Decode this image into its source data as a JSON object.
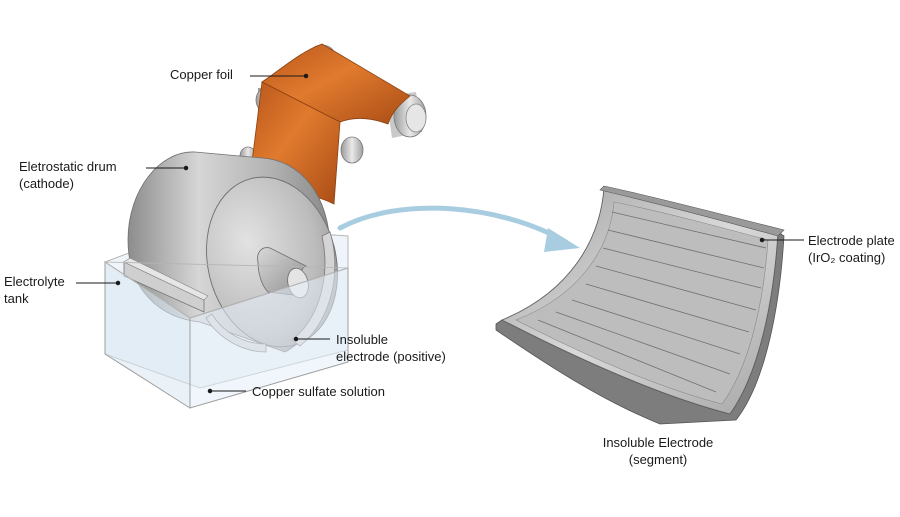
{
  "labels": {
    "copper_foil": "Copper foil",
    "drum_line1": "Eletrostatic drum",
    "drum_line2": "(cathode)",
    "tank_line1": "Electrolyte",
    "tank_line2": "tank",
    "insoluble_line1": "Insoluble",
    "insoluble_line2": "electrode (positive)",
    "solution": "Copper sulfate solution",
    "plate_line1": "Electrode plate",
    "plate_line2": "(IrO₂ coating)",
    "segment_line1": "Insoluble Electrode",
    "segment_line2": "(segment)"
  },
  "colors": {
    "copper": "#d8712b",
    "tank_fill": "#e6f0f8",
    "arrow": "#a9cde0",
    "drum": "#bdbdbd"
  }
}
